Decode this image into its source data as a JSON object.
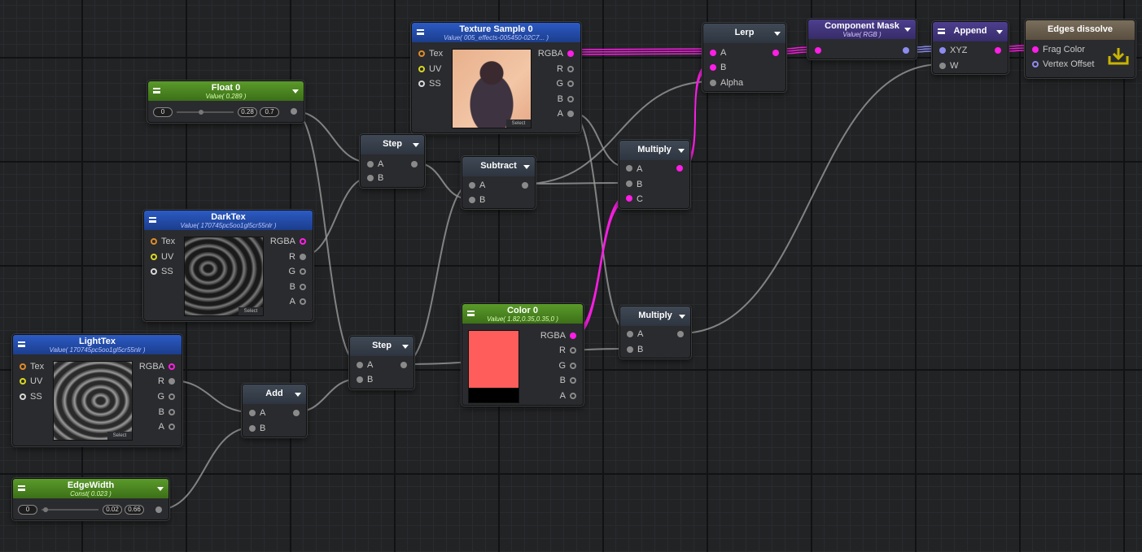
{
  "nodes": {
    "texture_sample": {
      "title": "Texture Sample 0",
      "subtitle": "Value( 005_effects-005450-02C7... )",
      "inputs": [
        "Tex",
        "UV",
        "SS"
      ],
      "outputs": [
        "RGBA",
        "R",
        "G",
        "B",
        "A"
      ],
      "select": "Select"
    },
    "float0": {
      "title": "Float 0",
      "subtitle": "Value( 0.289 )",
      "min": "0",
      "value": "0.28",
      "max": "0.7",
      "slider_fraction": 0.41
    },
    "step1": {
      "title": "Step",
      "inputs": [
        "A",
        "B"
      ]
    },
    "subtract": {
      "title": "Subtract",
      "inputs": [
        "A",
        "B"
      ]
    },
    "darktex": {
      "title": "DarkTex",
      "subtitle": "Value( 170745pc5oo1gl5cr55nlr )",
      "inputs": [
        "Tex",
        "UV",
        "SS"
      ],
      "outputs": [
        "RGBA",
        "R",
        "G",
        "B",
        "A"
      ],
      "select": "Select"
    },
    "lighttex": {
      "title": "LightTex",
      "subtitle": "Value( 170745pc5oo1gl5cr55nlr )",
      "inputs": [
        "Tex",
        "UV",
        "SS"
      ],
      "outputs": [
        "RGBA",
        "R",
        "G",
        "B",
        "A"
      ],
      "select": "Select"
    },
    "step2": {
      "title": "Step",
      "inputs": [
        "A",
        "B"
      ]
    },
    "add": {
      "title": "Add",
      "inputs": [
        "A",
        "B"
      ]
    },
    "edgewidth": {
      "title": "EdgeWidth",
      "subtitle": "Const( 0.023 )",
      "min": "0",
      "value": "0.02",
      "max": "0.66",
      "slider_fraction": 0.03
    },
    "color0": {
      "title": "Color 0",
      "subtitle": "Value( 1.82,0.35,0.35,0 )",
      "outputs": [
        "RGBA",
        "R",
        "G",
        "B",
        "A"
      ],
      "swatch": "#ff5c5c"
    },
    "lerp": {
      "title": "Lerp",
      "inputs": [
        "A",
        "B",
        "Alpha"
      ]
    },
    "multiply1": {
      "title": "Multiply",
      "inputs": [
        "A",
        "B",
        "C"
      ]
    },
    "multiply2": {
      "title": "Multiply",
      "inputs": [
        "A",
        "B"
      ]
    },
    "component_mask": {
      "title": "Component Mask",
      "subtitle": "Value( RGB )"
    },
    "append": {
      "title": "Append",
      "inputs": [
        "XYZ",
        "W"
      ]
    },
    "output": {
      "title": "Edges dissolve",
      "inputs": [
        "Frag Color",
        "Vertex Offset"
      ]
    }
  },
  "colors": {
    "data_wire": "#9a9a9a",
    "color_wire": "#ff1ee6",
    "vector_wire": "#8c8cf0"
  }
}
